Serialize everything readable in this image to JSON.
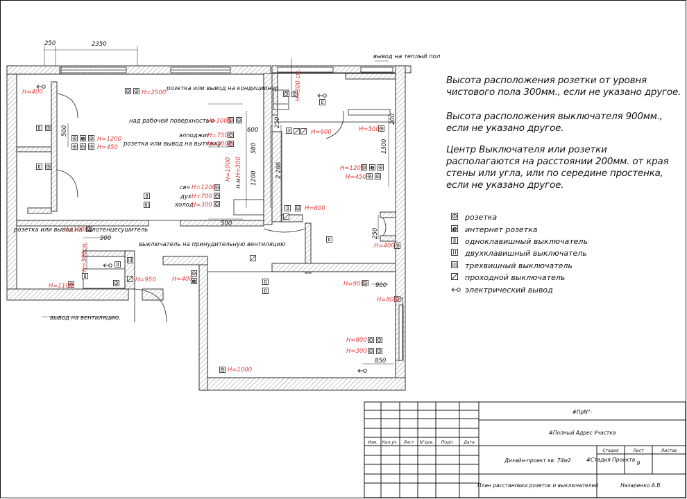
{
  "notes": [
    "Высота расположения розетки от уровня чистового пола 300мм., если не указано другое.",
    "Высота расположения выключателя 900мм., если не указано другое.",
    "Центр Выключателя или розетки располагаются на расстоянии 200мм. от края стены или угла, или по середине простенка, если не указано другое."
  ],
  "legend": [
    {
      "icon": "socket-icon",
      "label": "розетка"
    },
    {
      "icon": "internet-socket-icon",
      "label": "интернет розетка"
    },
    {
      "icon": "single-switch-icon",
      "label": "одноклавишный выключатель"
    },
    {
      "icon": "double-switch-icon",
      "label": "двухклавишный выключатель"
    },
    {
      "icon": "triple-switch-icon",
      "label": "трехвишный выключатель"
    },
    {
      "icon": "pass-switch-icon",
      "label": "проходной выключатель"
    },
    {
      "icon": "electric-outlet-icon",
      "label": "электрический вывод"
    }
  ],
  "plan": {
    "dimensions": {
      "d250_top": "250",
      "d2350": "2350",
      "d500_left": "500",
      "d600": "600",
      "d580": "580",
      "d1200_mid": "1200",
      "d500_bottom": "500",
      "d900_left": "900",
      "d250_hall": "250",
      "d2286": "2 286",
      "d200": "200",
      "d1300": "1300",
      "d250_right": "250",
      "d900_right": "900",
      "d850": "850",
      "d300cm_top": "H=300 см.",
      "d300cm_left": "H=300см."
    },
    "labels": {
      "floor_heating": "вывод на теплый пол",
      "ac": "розетка или вывод на кондиционер",
      "worktop": "над рабочей поверхностью",
      "grinder": "элподжиг",
      "hood": "розетка или вывод на вытяжку",
      "microwave": "свч",
      "oven": "дух.",
      "fridge": "холод.",
      "towel": "розетка или вывод на полотенцесушитель",
      "ventilation_switch": "выключатель на принудительную вентиляцию",
      "vent_outlet": "вывод на вентиляцию.",
      "pm": "п.м.",
      "ventilation_tag": "H=300"
    },
    "heights": {
      "h400_left": "H=400",
      "h2500": "H=2500",
      "h1200_left": "H=1200",
      "h450_left": "H=450",
      "h1000_worktop": "H=1000",
      "h750": "H=750",
      "h2000": "H=2000",
      "h1000_vert": "H=1000",
      "h1200_app": "H=1200",
      "h700": "H=700",
      "h300_app": "H=300",
      "h1000_towel": "H=1000",
      "h1100": "H=1100",
      "h950": "H=950",
      "h400_hall": "H=400",
      "h600_top": "H=600",
      "h500": "H=500",
      "h1200_right": "H=1200",
      "h450_right": "H=450",
      "h600_mid": "H=600",
      "h400_right": "H=400",
      "h900": "H=900",
      "h800_a": "H=800",
      "h800_b": "H=800",
      "h300_right": "H=300",
      "h1000_bottom": "H=1000"
    }
  },
  "stamp": {
    "code": "#ПрN°-",
    "address": "#Полный Адрес Участка",
    "headers": [
      "Изм.",
      "Кол.уч.",
      "Лист",
      "N°док.",
      "Подп.",
      "Дата"
    ],
    "project": "Дизайн-проект кв. 74м2",
    "stage_label": "Стадия",
    "sheet_label": "Лист",
    "sheets_label": "Листов",
    "stage_value": "#Стадия Проекта",
    "sheet_value": "9",
    "sheet_title": "План расстановки розеток и выключателей",
    "author": "Назаренко А.В."
  }
}
